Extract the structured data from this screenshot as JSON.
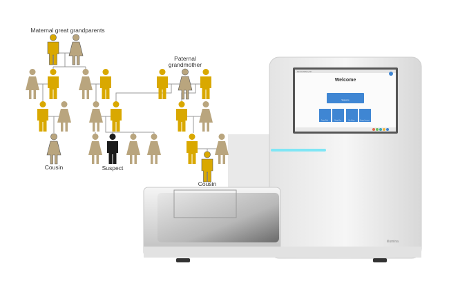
{
  "tree": {
    "labels": {
      "maternal": "Maternal great grandparents",
      "paternal_line1": "Paternal",
      "paternal_line2": "grandmother",
      "cousin_left": "Cousin",
      "suspect": "Suspect",
      "cousin_right": "Cousin"
    },
    "colors": {
      "shared_dna": "#D9A800",
      "relative": "#B9A57E",
      "suspect": "#1c1c1c",
      "lines": "#999999"
    }
  },
  "sequencer": {
    "screen": {
      "title_bar": "Illumina MiSeq Ctrl",
      "heading": "Welcome",
      "main_button": "Sequence",
      "tiles": [
        "Perform Wash",
        "Manage Files",
        "Run Options",
        "Manage Instrument"
      ]
    },
    "brand": "illumina",
    "colors": {
      "accent_light": "#7fe6f5",
      "screen_blue": "#3f86d3"
    }
  }
}
